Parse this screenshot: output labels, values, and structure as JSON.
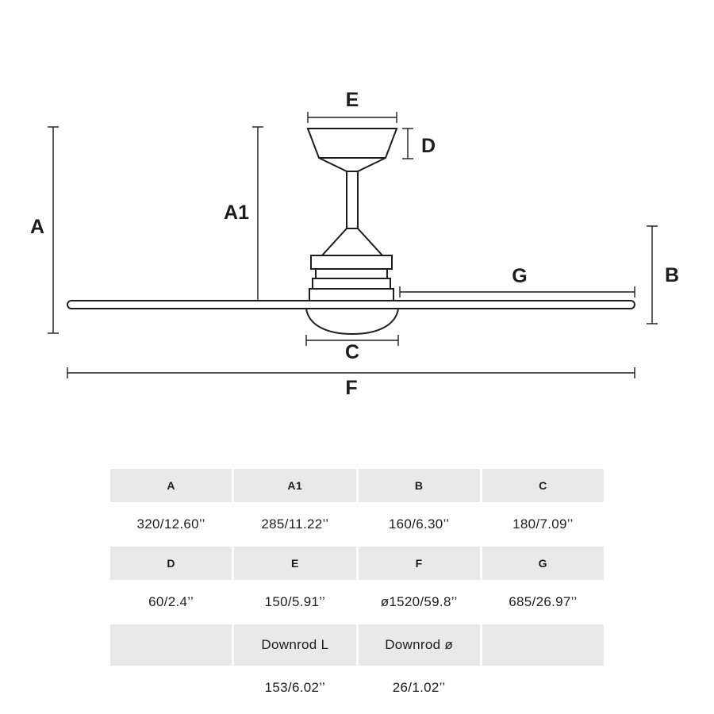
{
  "diagram": {
    "line_color": "#1d1d1b",
    "labels": {
      "a": "A",
      "a1": "A1",
      "b": "B",
      "c": "C",
      "d": "D",
      "e": "E",
      "f": "F",
      "g": "G"
    }
  },
  "table": {
    "header_bg": "#e9e9e9",
    "rows": [
      {
        "type": "header",
        "cells": [
          "A",
          "A1",
          "B",
          "C"
        ]
      },
      {
        "type": "value",
        "cells": [
          "320/12.60’’",
          "285/11.22’’",
          "160/6.30’’",
          "180/7.09’’"
        ]
      },
      {
        "type": "header",
        "cells": [
          "D",
          "E",
          "F",
          "G"
        ]
      },
      {
        "type": "value",
        "cells": [
          "60/2.4’’",
          "150/5.91’’",
          "ø1520/59.8’’",
          "685/26.97’’"
        ]
      },
      {
        "type": "header_large",
        "cells": [
          "",
          "Downrod L",
          "Downrod ø",
          ""
        ]
      },
      {
        "type": "value",
        "cells": [
          "",
          "153/6.02’’",
          "26/1.02’’",
          ""
        ]
      }
    ]
  }
}
